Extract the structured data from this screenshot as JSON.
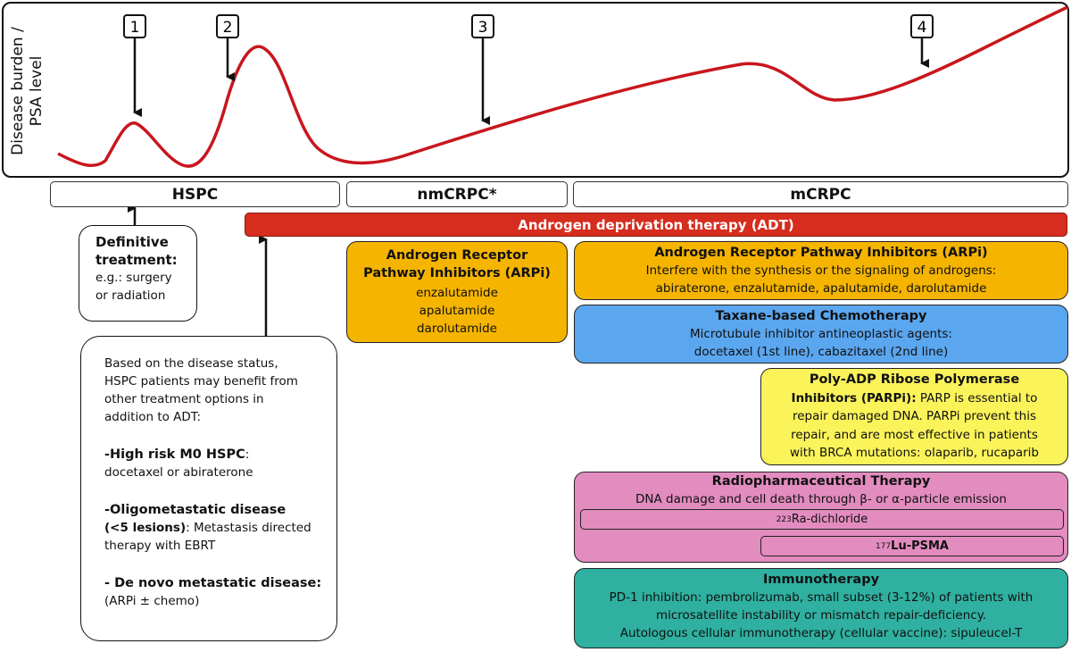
{
  "curve_color": "#c8161d",
  "top_panel": {
    "ylabel_line1": "Disease burden /",
    "ylabel_line2": "PSA level",
    "markers": [
      "1",
      "2",
      "3",
      "4"
    ]
  },
  "stages": {
    "hspc": "HSPC",
    "nmcrpc": "nmCRPC*",
    "mcrpc": "mCRPC"
  },
  "adt": {
    "label": "Androgen deprivation therapy (ADT)"
  },
  "definitive": {
    "title_line1": "Definitive",
    "title_line2": "treatment:",
    "line1": "e.g.: surgery",
    "line2": "or radiation"
  },
  "hspc_note": {
    "intro1": "Based on the disease status,",
    "intro2": "HSPC patients may benefit from",
    "intro3": "other treatment options in",
    "intro4": "addition to ADT:",
    "m0_title": "-High risk M0 HSPC",
    "m0_colon": ":",
    "m0_text": "docetaxel or abiraterone",
    "oligo_title": "-Oligometastatic disease",
    "oligo_bold2": "(<5 lesions)",
    "oligo_text1": ": Metastasis directed",
    "oligo_text2": "therapy with EBRT",
    "denovo_title": "- De novo metastatic disease:",
    "denovo_text": "(ARPi ± chemo)"
  },
  "arpi_nm": {
    "title_line1": "Androgen Receptor",
    "title_line2": "Pathway Inhibitors (ARPi)",
    "drugs": [
      "enzalutamide",
      "apalutamide",
      "darolutamide"
    ]
  },
  "arpi_m": {
    "title": "Androgen Receptor Pathway Inhibitors (ARPi)",
    "line1": "Interfere with the synthesis or the signaling of androgens:",
    "line2": "abiraterone, enzalutamide, apalutamide, darolutamide"
  },
  "taxane": {
    "title": "Taxane-based Chemotherapy",
    "line1": "Microtubule inhibitor antineoplastic agents:",
    "line2": "docetaxel (1st line), cabazitaxel (2nd line)"
  },
  "parpi": {
    "title_line1": "Poly-ADP Ribose Polymerase",
    "title_line2": "Inhibitors (PARPi):",
    "text_line2": " PARP is essential to",
    "line3": "repair damaged DNA. PARPi prevent this",
    "line4": "repair, and are most effective in patients",
    "line5": "with BRCA mutations: olaparib, rucaparib"
  },
  "radio": {
    "title": "Radiopharmaceutical Therapy",
    "line1": "DNA damage and cell death through β- or α-particle emission",
    "ra_sup": "223",
    "ra_text": "Ra-dichloride",
    "lu_sup": "177",
    "lu_text": "Lu-PSMA"
  },
  "immuno": {
    "title": "Immunotherapy",
    "line1": "PD-1 inhibition: pembrolizumab, small subset (3-12%) of patients with",
    "line2": "microsatellite instability or mismatch repair-deficiency.",
    "line3": "Autologous cellular immunotherapy (cellular vaccine): sipuleucel-T"
  }
}
